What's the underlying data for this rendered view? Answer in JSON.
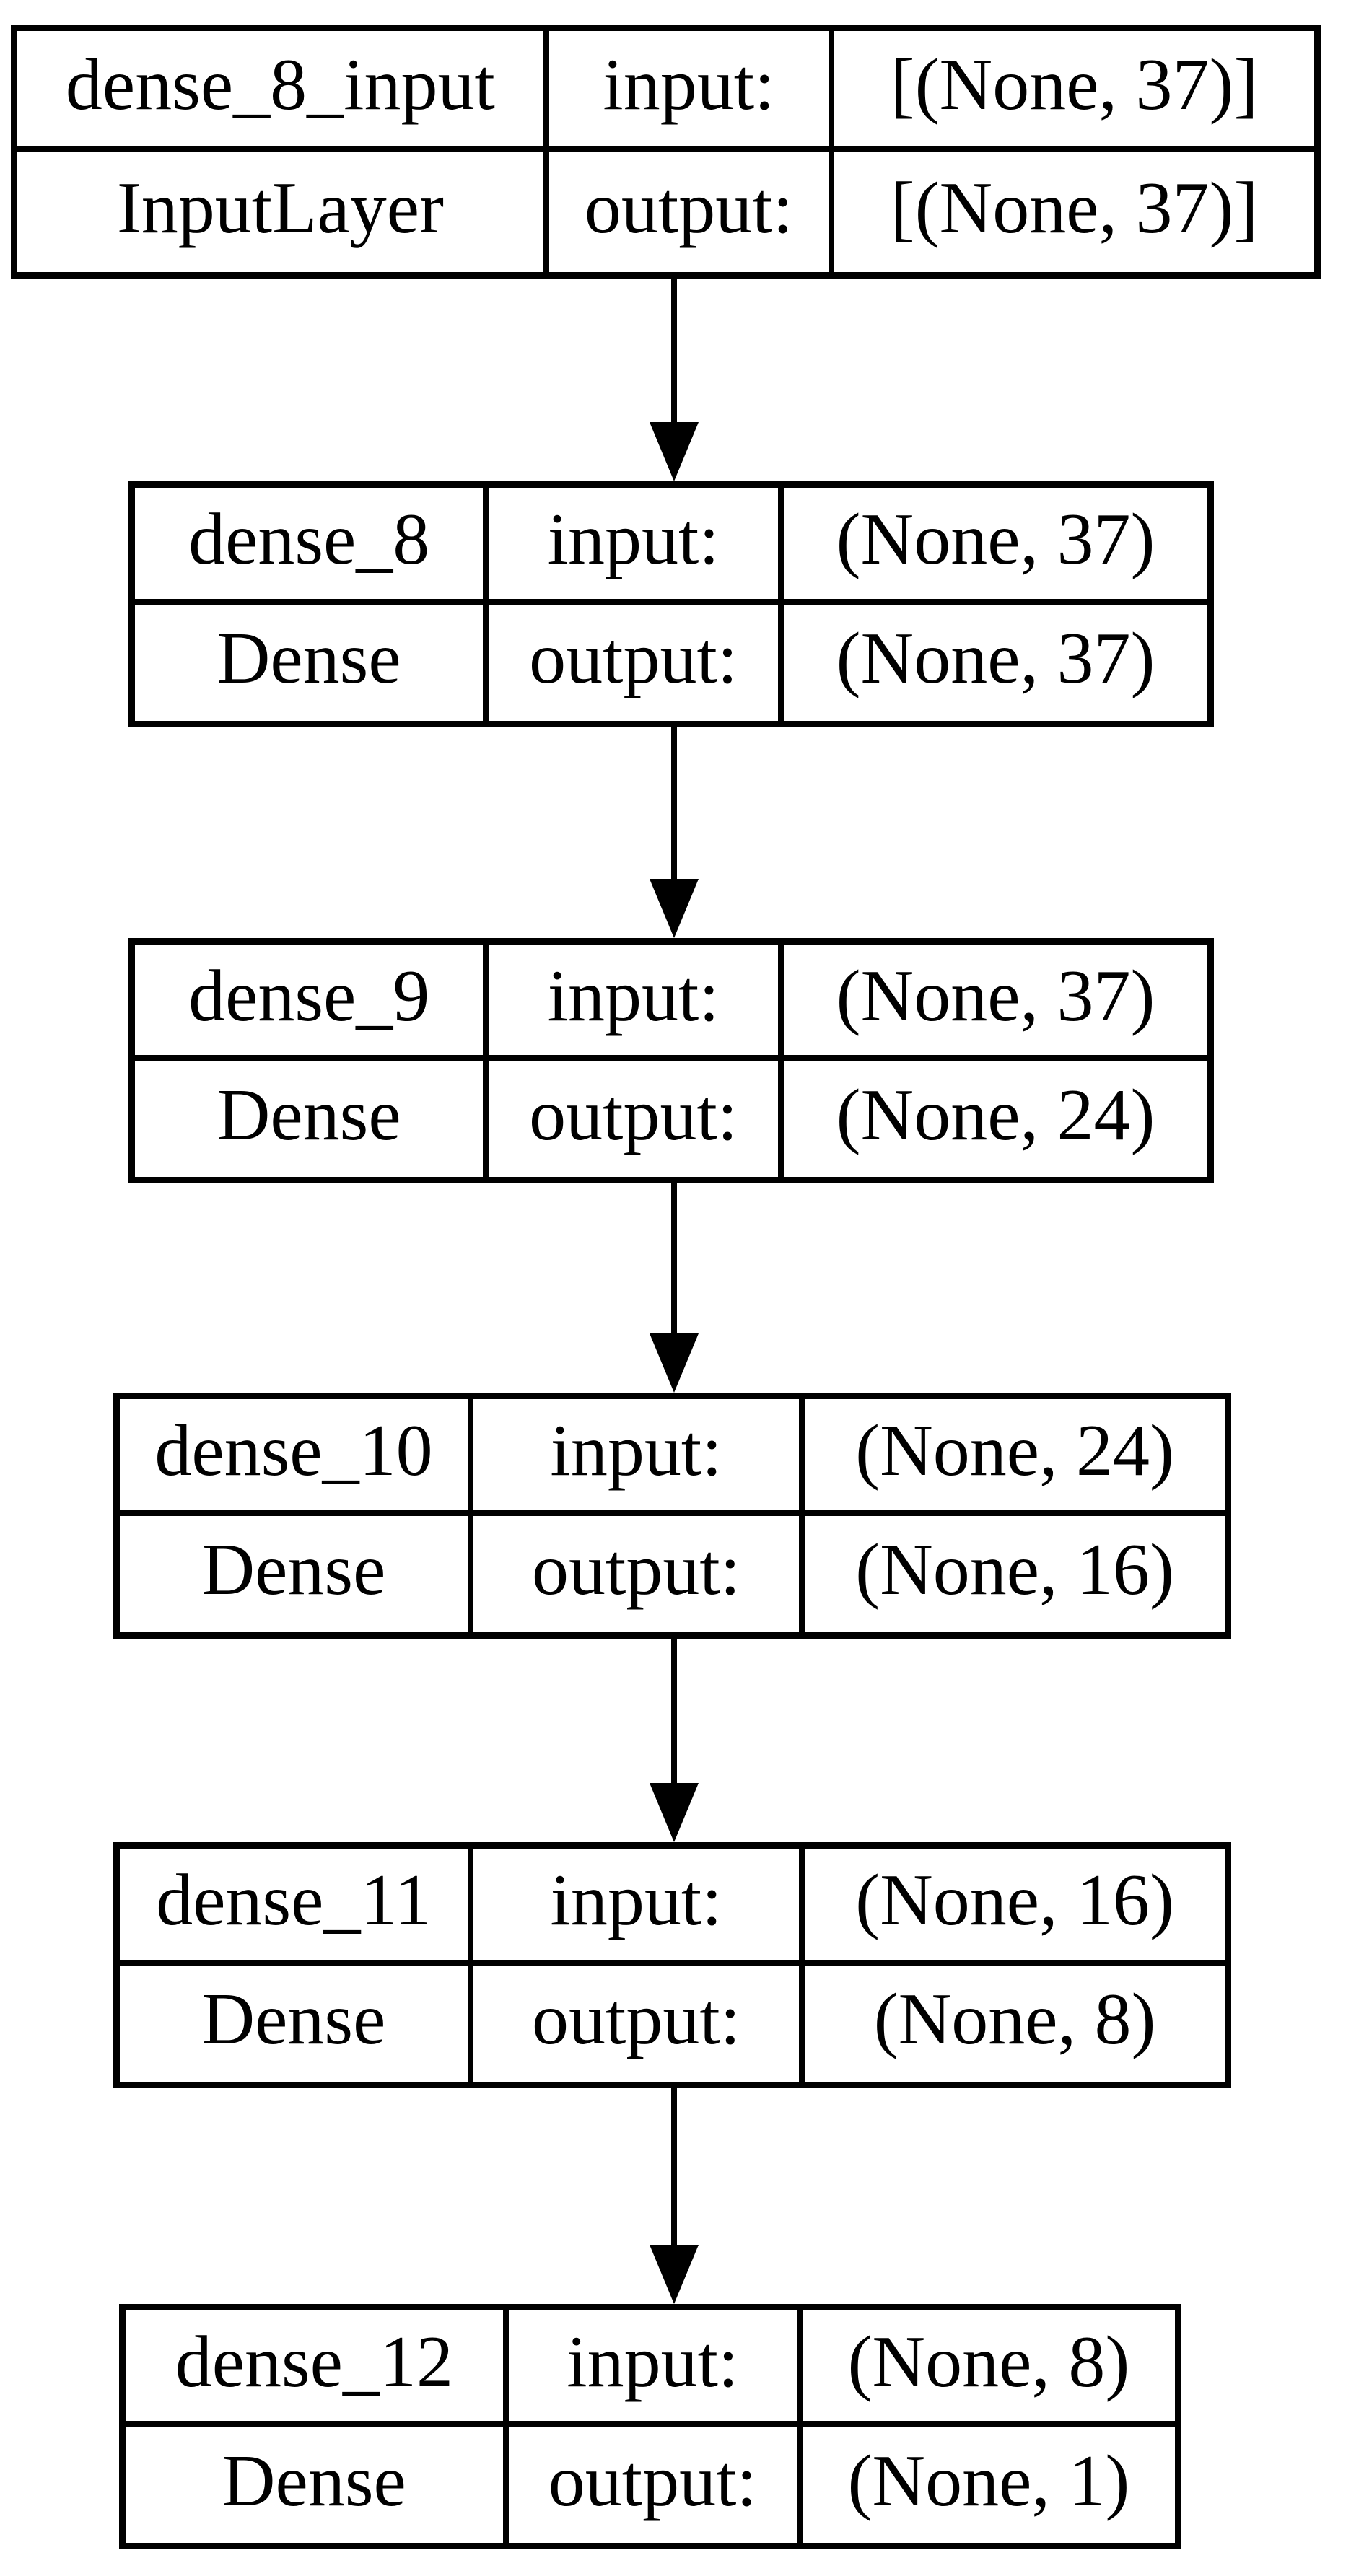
{
  "diagram": {
    "kind": "keras-model-plot",
    "colors": {
      "background": "#ffffff",
      "line": "#000000",
      "text": "#000000"
    },
    "labels": {
      "input": "input:",
      "output": "output:"
    },
    "nodes": [
      {
        "name": "dense_8_input",
        "type": "InputLayer",
        "input_shape": "[(None, 37)]",
        "output_shape": "[(None, 37)]"
      },
      {
        "name": "dense_8",
        "type": "Dense",
        "input_shape": "(None, 37)",
        "output_shape": "(None, 37)"
      },
      {
        "name": "dense_9",
        "type": "Dense",
        "input_shape": "(None, 37)",
        "output_shape": "(None, 24)"
      },
      {
        "name": "dense_10",
        "type": "Dense",
        "input_shape": "(None, 24)",
        "output_shape": "(None, 16)"
      },
      {
        "name": "dense_11",
        "type": "Dense",
        "input_shape": "(None, 16)",
        "output_shape": "(None, 8)"
      },
      {
        "name": "dense_12",
        "type": "Dense",
        "input_shape": "(None, 8)",
        "output_shape": "(None, 1)"
      }
    ],
    "edges": [
      {
        "from": "dense_8_input",
        "to": "dense_8"
      },
      {
        "from": "dense_8",
        "to": "dense_9"
      },
      {
        "from": "dense_9",
        "to": "dense_10"
      },
      {
        "from": "dense_10",
        "to": "dense_11"
      },
      {
        "from": "dense_11",
        "to": "dense_12"
      }
    ]
  }
}
